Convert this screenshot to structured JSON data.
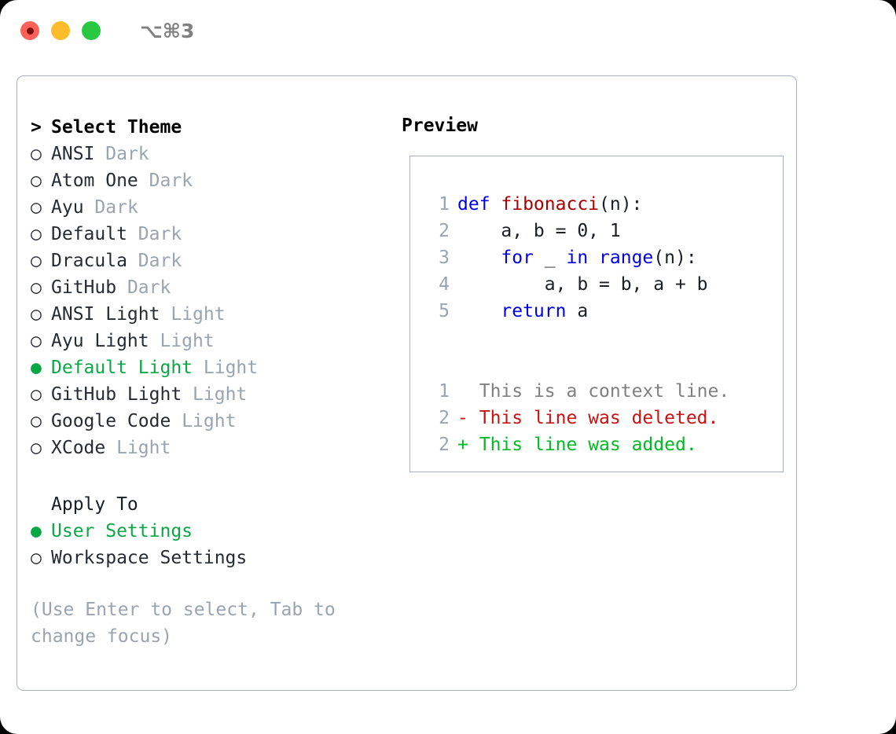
{
  "window": {
    "traffic_lights": [
      {
        "name": "close",
        "color": "#ff6058"
      },
      {
        "name": "minimize",
        "color": "#ffbd2e"
      },
      {
        "name": "maximize",
        "color": "#28c840"
      }
    ],
    "shortcut": "⌥⌘3"
  },
  "theme_picker": {
    "header": {
      "marker": ">",
      "label": "Select Theme"
    },
    "markers": {
      "selected": "●",
      "unselected": "○"
    },
    "colors": {
      "selected": "#0aa845",
      "label": "#262b33",
      "variant": "#9aa4b0",
      "border": "#a8b2bd"
    },
    "items": [
      {
        "marker": "○",
        "label": "ANSI",
        "variant": "Dark",
        "selected": false
      },
      {
        "marker": "○",
        "label": "Atom One",
        "variant": "Dark",
        "selected": false
      },
      {
        "marker": "○",
        "label": "Ayu",
        "variant": "Dark",
        "selected": false
      },
      {
        "marker": "○",
        "label": "Default",
        "variant": "Dark",
        "selected": false
      },
      {
        "marker": "○",
        "label": "Dracula",
        "variant": "Dark",
        "selected": false
      },
      {
        "marker": "○",
        "label": "GitHub",
        "variant": "Dark",
        "selected": false
      },
      {
        "marker": "○",
        "label": "ANSI Light",
        "variant": "Light",
        "selected": false
      },
      {
        "marker": "○",
        "label": "Ayu Light",
        "variant": "Light",
        "selected": false
      },
      {
        "marker": "●",
        "label": "Default Light",
        "variant": "Light",
        "selected": true
      },
      {
        "marker": "○",
        "label": "GitHub Light",
        "variant": "Light",
        "selected": false
      },
      {
        "marker": "○",
        "label": "Google Code",
        "variant": "Light",
        "selected": false
      },
      {
        "marker": "○",
        "label": "XCode",
        "variant": "Light",
        "selected": false
      }
    ]
  },
  "apply_to": {
    "header": "Apply To",
    "items": [
      {
        "marker": "●",
        "label": "User Settings",
        "selected": true
      },
      {
        "marker": "○",
        "label": "Workspace Settings",
        "selected": false
      }
    ]
  },
  "hint": "(Use Enter to select, Tab to change focus)",
  "preview": {
    "title": "Preview",
    "code": [
      {
        "lineno": "1",
        "tokens": [
          {
            "t": "def ",
            "c": "kw"
          },
          {
            "t": "fibonacci",
            "c": "fn"
          },
          {
            "t": "(n):",
            "c": "pln"
          }
        ]
      },
      {
        "lineno": "2",
        "tokens": [
          {
            "t": "    a, b = 0, 1",
            "c": "pln"
          }
        ]
      },
      {
        "lineno": "3",
        "tokens": [
          {
            "t": "    ",
            "c": "pln"
          },
          {
            "t": "for",
            "c": "kw"
          },
          {
            "t": " _ ",
            "c": "pln"
          },
          {
            "t": "in",
            "c": "kw"
          },
          {
            "t": " ",
            "c": "pln"
          },
          {
            "t": "range",
            "c": "kw"
          },
          {
            "t": "(n):",
            "c": "pln"
          }
        ]
      },
      {
        "lineno": "4",
        "tokens": [
          {
            "t": "        a, b = b, a + b",
            "c": "pln"
          }
        ]
      },
      {
        "lineno": "5",
        "tokens": [
          {
            "t": "    ",
            "c": "pln"
          },
          {
            "t": "return",
            "c": "kw"
          },
          {
            "t": " a",
            "c": "pln"
          }
        ]
      }
    ],
    "diff": [
      {
        "lineno": "1",
        "marker": " ",
        "text": "This is a context line.",
        "kind": "ctx"
      },
      {
        "lineno": "2",
        "marker": "-",
        "text": "This line was deleted.",
        "kind": "del"
      },
      {
        "lineno": "2",
        "marker": "+",
        "text": "This line was added.",
        "kind": "add"
      }
    ]
  }
}
